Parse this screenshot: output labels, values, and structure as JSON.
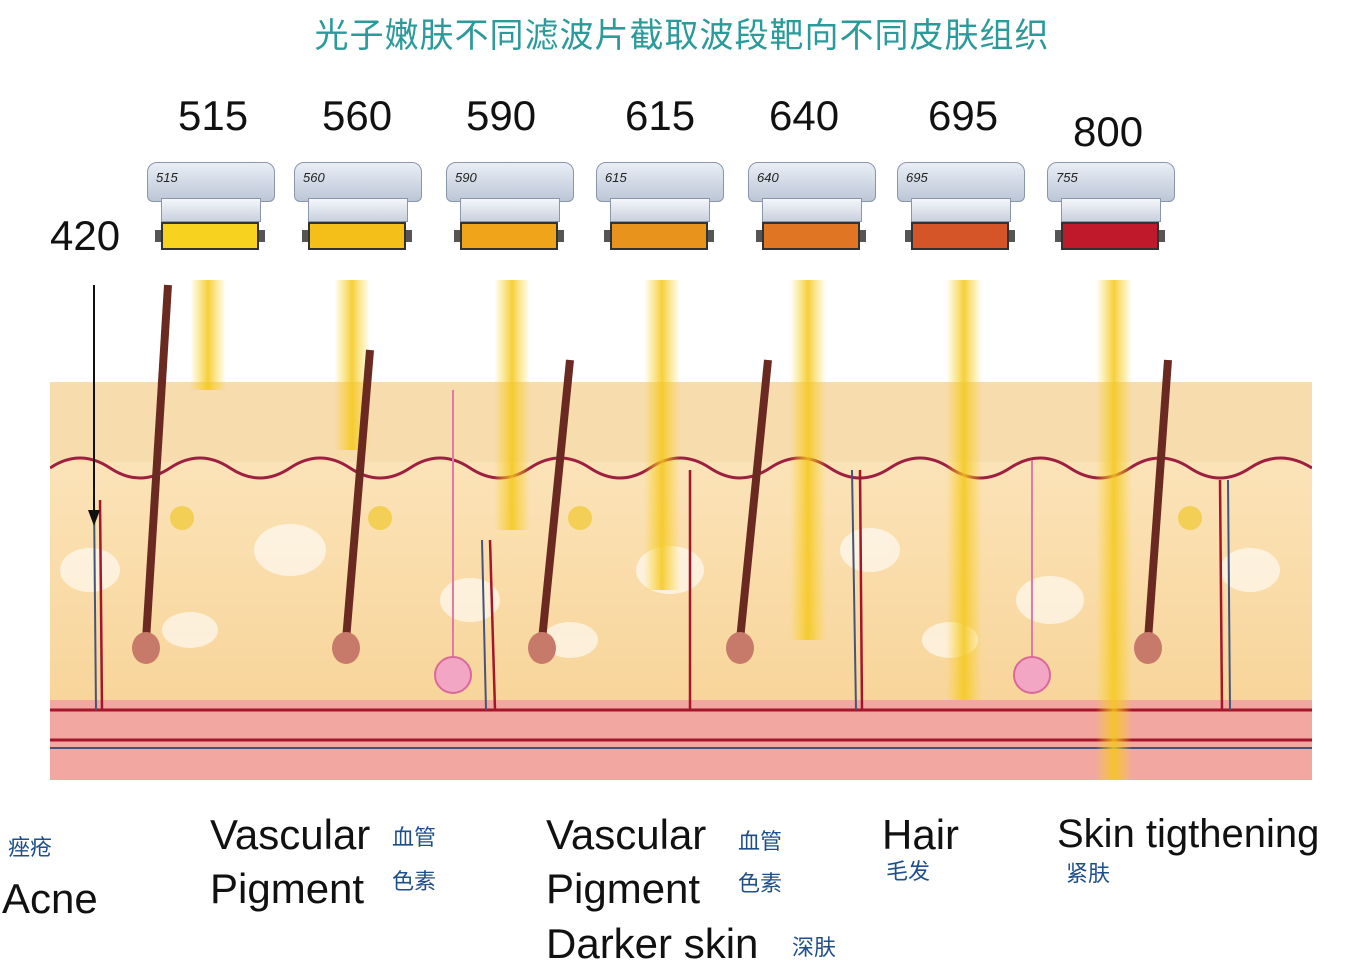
{
  "title": "光子嫩肤不同滤波片截取波段靶向不同皮肤组织",
  "wavelength_420": "420",
  "filters": [
    {
      "label": "515",
      "code": "515",
      "color": "#f7d21e"
    },
    {
      "label": "560",
      "code": "560",
      "color": "#f5bf1a"
    },
    {
      "label": "590",
      "code": "590",
      "color": "#f0a41a"
    },
    {
      "label": "615",
      "code": "615",
      "color": "#e8931c"
    },
    {
      "label": "640",
      "code": "640",
      "color": "#e07524"
    },
    {
      "label": "695",
      "code": "695",
      "color": "#d65528"
    },
    {
      "label": "800",
      "code": "755",
      "color": "#c0192c"
    }
  ],
  "labels": {
    "acne_cn": "痤疮",
    "acne_en": "Acne",
    "g1_vascular_en": "Vascular",
    "g1_vascular_cn": "血管",
    "g1_pigment_en": "Pigment",
    "g1_pigment_cn": "色素",
    "g2_vascular_en": "Vascular",
    "g2_vascular_cn": "血管",
    "g2_pigment_en": "Pigment",
    "g2_pigment_cn": "色素",
    "g2_darker_en": "Darker skin",
    "g2_darker_cn": "深肤",
    "hair_en": "Hair",
    "hair_cn": "毛发",
    "skin_en": "Skin tigthening",
    "skin_cn": "紧肤"
  }
}
